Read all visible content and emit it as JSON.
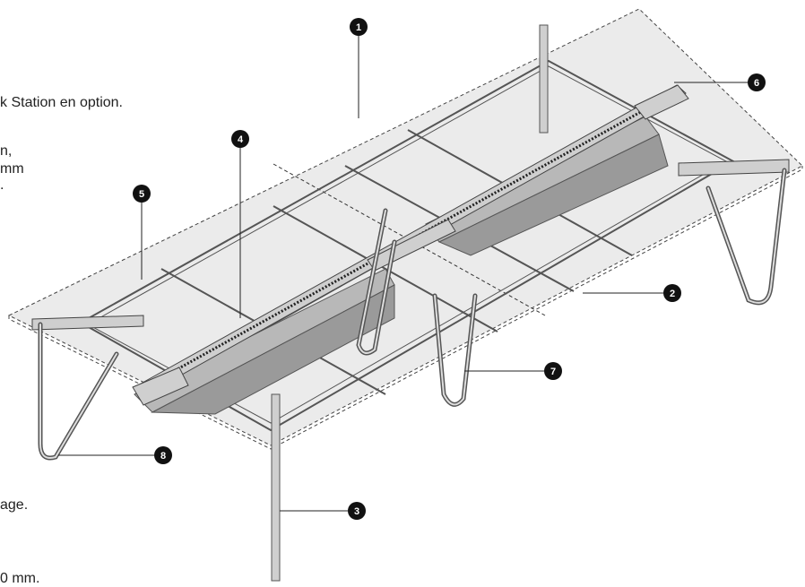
{
  "text_fragments": [
    {
      "id": "frag-1",
      "text": "k Station en option."
    },
    {
      "id": "frag-2",
      "text": "n,"
    },
    {
      "id": "frag-3",
      "text": "mm"
    },
    {
      "id": "frag-4",
      "text": "."
    },
    {
      "id": "frag-5",
      "text": "age."
    },
    {
      "id": "frag-6",
      "text": "0 mm."
    }
  ],
  "callouts": [
    "1",
    "2",
    "3",
    "4",
    "5",
    "6",
    "7",
    "8"
  ],
  "colors": {
    "tabletop_fill": "#dcdcdc",
    "frame_stroke": "#555555",
    "callout_fill": "#111111"
  }
}
